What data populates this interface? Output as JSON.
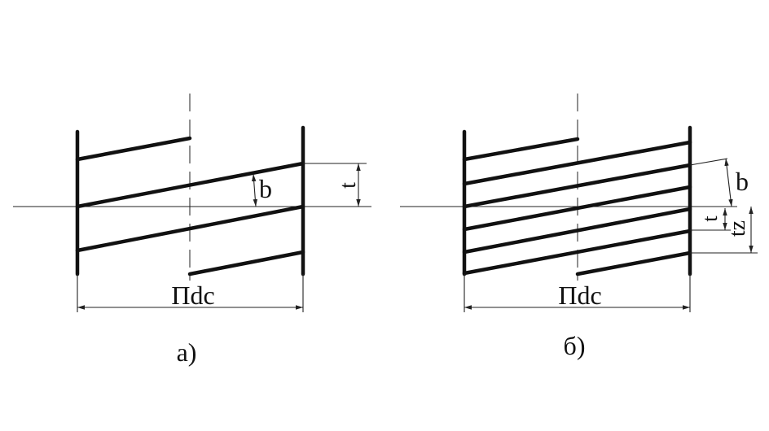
{
  "panel_a": {
    "caption": "а)",
    "circumference_label": "Пdc",
    "width_label": "b",
    "pitch_label": "t"
  },
  "panel_b": {
    "caption": "б)",
    "circumference_label": "Пdc",
    "width_label": "b",
    "pitch_label": "t",
    "lead_label": "tz"
  },
  "colors": {
    "line": "#111111",
    "background": "#ffffff"
  }
}
